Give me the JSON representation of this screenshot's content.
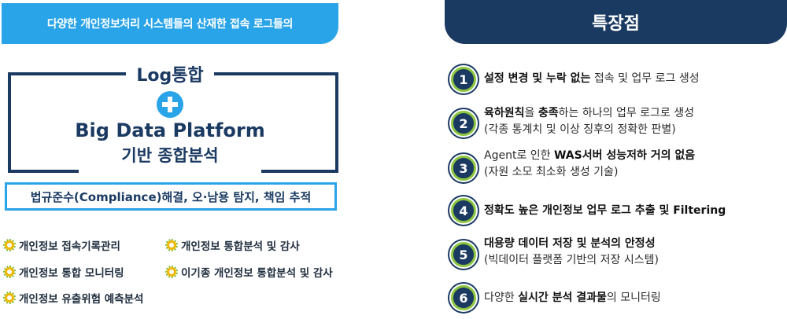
{
  "left": {
    "banner": "다양한 개인정보처리 시스템들의 산재한 접속 로그들의",
    "log_title": "Log통합",
    "bigdata_title": "Big Data Platform",
    "bigdata_sub": "기반 종합분석",
    "compliance": "법규준수(Compliance)해결, 오·남용 탐지, 책임 추적",
    "bullets": [
      "개인정보 접속기록관리",
      "개인정보 통합분석 및 감사",
      "개인정보 통합 모니터링",
      "이기종 개인정보 통합분석 및 감사",
      "개인정보 유출위험 예측분석"
    ]
  },
  "right": {
    "header": "특장점",
    "features": [
      {
        "num": "1",
        "bold1": "설정 변경 및 누락 없는",
        "rest1": " 접속 및 업무 로그 생성",
        "line2": ""
      },
      {
        "num": "2",
        "bold1": "육하원칙",
        "mid1": "을 ",
        "bold2": "충족",
        "rest1": "하는 하나의 업무 로그로 생성",
        "line2": "(각종 통계치 및 이상 징후의 정확한 판별)"
      },
      {
        "num": "3",
        "pre1": "Agent로 인한 ",
        "bold1": "WAS서버 성능저하 거의 없음",
        "rest1": "",
        "line2": "(자원 소모 최소화 생성 기술)"
      },
      {
        "num": "4",
        "bold1": "정확도 높은 개인정보 업무 로그 추출 및 Filtering",
        "rest1": "",
        "line2": ""
      },
      {
        "num": "5",
        "bold1": "대용량 데이터 저장 및 분석의 안정성",
        "rest1": "",
        "line2": "(빅데이터 플랫폼 기반의 저장 시스템)"
      },
      {
        "num": "6",
        "pre1": "다양한 ",
        "bold1": "실시간 분석 결과물",
        "rest1": "의 모니터링",
        "line2": ""
      }
    ]
  }
}
